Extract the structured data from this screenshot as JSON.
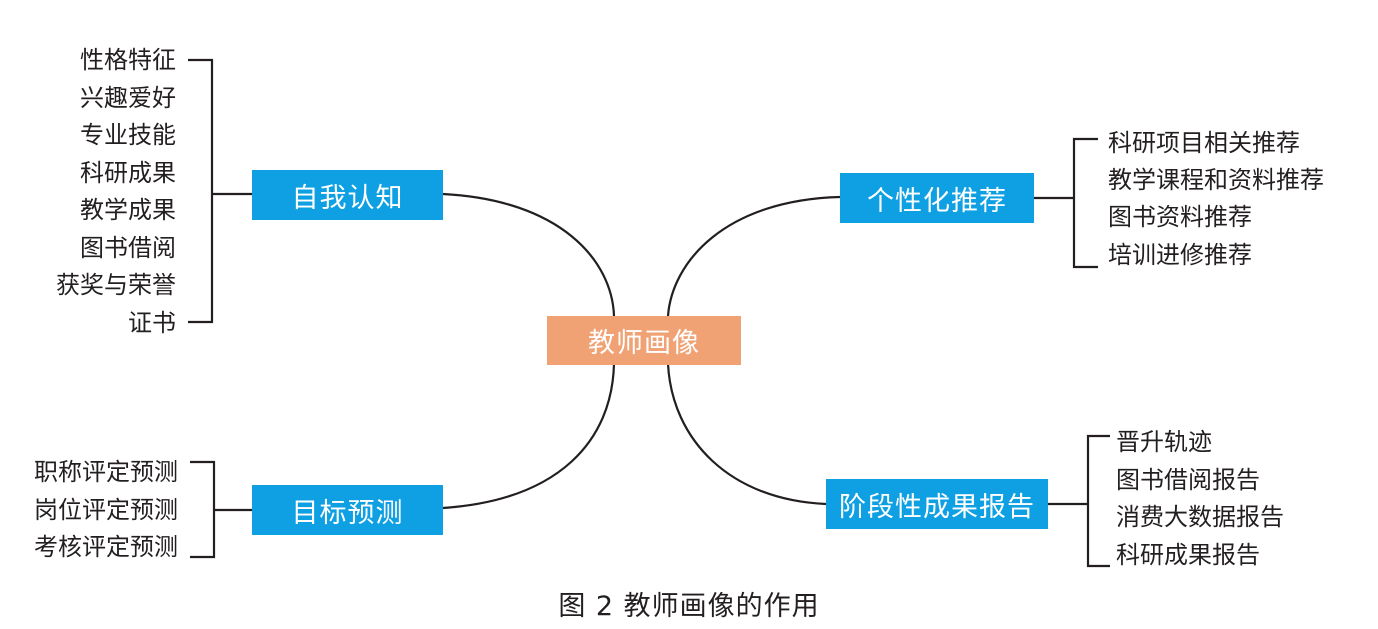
{
  "center": {
    "label": "教师画像"
  },
  "branches": {
    "self_cognition": {
      "label": "自我认知",
      "items": [
        "性格特征",
        "兴趣爱好",
        "专业技能",
        "科研成果",
        "教学成果",
        "图书借阅",
        "获奖与荣誉",
        "证书"
      ]
    },
    "goal_prediction": {
      "label": "目标预测",
      "items": [
        "职称评定预测",
        "岗位评定预测",
        "考核评定预测"
      ]
    },
    "personalized_recommendation": {
      "label": "个性化推荐",
      "items": [
        "科研项目相关推荐",
        "教学课程和资料推荐",
        "图书资料推荐",
        "培训进修推荐"
      ]
    },
    "stage_report": {
      "label": "阶段性成果报告",
      "items": [
        "晋升轨迹",
        "图书借阅报告",
        "消费大数据报告",
        "科研成果报告"
      ]
    }
  },
  "caption": "图 2  教师画像的作用",
  "colors": {
    "center": "#f0a274",
    "branch": "#0ea0e3",
    "line": "#231f20",
    "text": "#231f20"
  }
}
